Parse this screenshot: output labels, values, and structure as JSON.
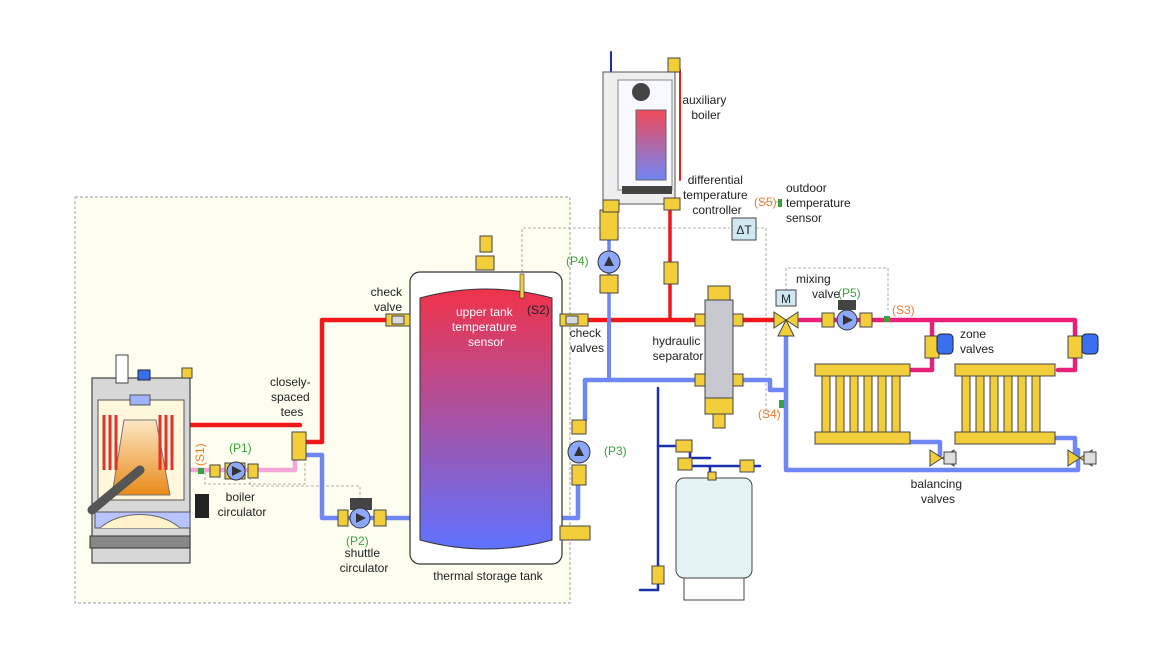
{
  "colors": {
    "hot": "#f01818",
    "cool": "#6f86f5",
    "mixed": "#e8207a",
    "dark": "#1a2fb0",
    "pink": "#f4a6d8",
    "brass": "#f2cf3a",
    "green_label": "#3aa23a",
    "orange_label": "#ee7b2e",
    "tank_top": "#f0334a",
    "tank_bottom": "#5f72ff",
    "boiler_zone_bg": "#fdfdf0"
  },
  "labels": {
    "auxiliary_boiler": [
      "auxiliary",
      "boiler"
    ],
    "differential_controller": [
      "differential",
      "temperature",
      "controller"
    ],
    "delta_t": "ΔT",
    "s5": "(S5)",
    "outdoor_sensor": [
      "outdoor",
      "temperature",
      "sensor"
    ],
    "p4": "(P4)",
    "check_valve": [
      "check",
      "valve"
    ],
    "upper_tank_sensor": [
      "upper tank",
      "temperature",
      "sensor"
    ],
    "s2": "(S2)",
    "check_valves": [
      "check",
      "valves"
    ],
    "hydraulic_separator": [
      "hydraulic",
      "separator"
    ],
    "mixing_valve_m": "M",
    "mixing_valve": [
      "mixing",
      "valve"
    ],
    "p5": "(P5)",
    "s3": "(S3)",
    "zone_valves": [
      "zone",
      "valves"
    ],
    "closely_spaced_tees": [
      "closely-",
      "spaced",
      "tees"
    ],
    "p1": "(P1)",
    "s1": "(S1)",
    "boiler_circulator": [
      "boiler",
      "circulator"
    ],
    "p3": "(P3)",
    "s4": "(S4)",
    "balancing_valves": [
      "balancing",
      "valves"
    ],
    "p2": "(P2)",
    "shuttle_circulator": [
      "shuttle",
      "circulator"
    ],
    "thermal_storage_tank": "thermal storage tank"
  }
}
